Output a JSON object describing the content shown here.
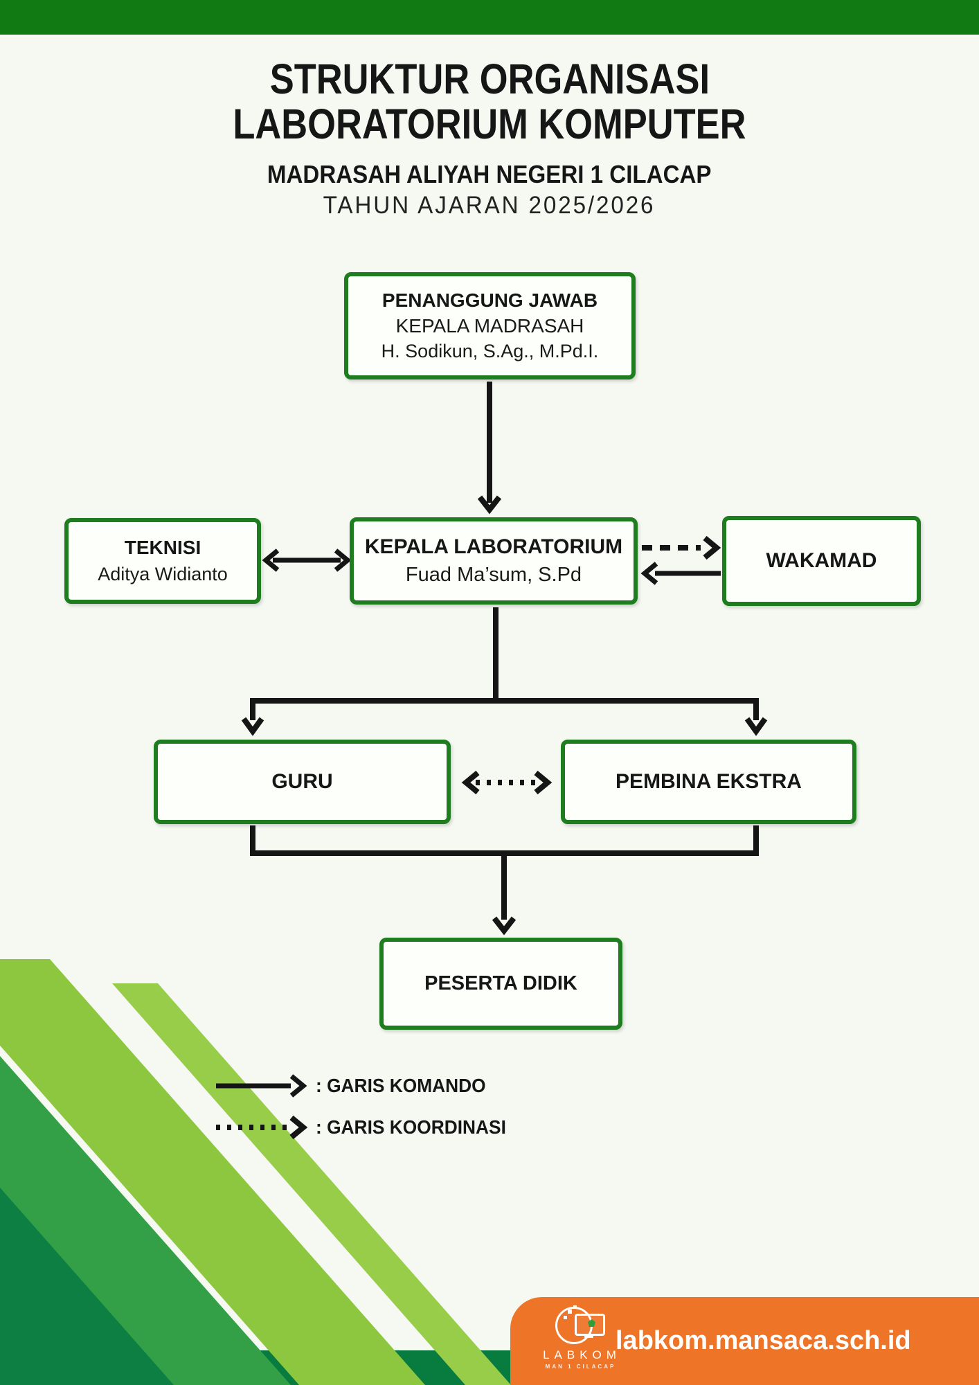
{
  "title": {
    "line1": "STRUKTUR ORGANISASI",
    "line2": "LABORATORIUM KOMPUTER",
    "subtitle": "MADRASAH ALIYAH NEGERI 1 CILACAP",
    "year_line": "TAHUN AJARAN 2025/2026"
  },
  "boxes": {
    "penanggung_jawab": {
      "title": "PENANGGUNG JAWAB",
      "line2": "KEPALA MADRASAH",
      "line3": "H. Sodikun, S.Ag., M.Pd.I."
    },
    "teknisi": {
      "title": "TEKNISI",
      "person": "Aditya Widianto"
    },
    "kepala_laboratorium": {
      "title": "KEPALA LABORATORIUM",
      "person": "Fuad Ma’sum, S.Pd"
    },
    "wakamad": {
      "title": "WAKAMAD"
    },
    "guru": {
      "title": "GURU"
    },
    "pembina_ekstra": {
      "title": "PEMBINA EKSTRA"
    },
    "peserta_didik": {
      "title": "PESERTA DIDIK"
    }
  },
  "legend": {
    "komando_label": ": GARIS KOMANDO",
    "koordinasi_label": ": GARIS KOORDINASI"
  },
  "footer": {
    "logo_title": "LABKOM",
    "logo_subtitle": "MAN 1 CILACAP",
    "website": "labkom.mansaca.sch.id"
  },
  "icons": {
    "logo": "monitor-in-circle-labkom-logo"
  },
  "colors": {
    "top_bar_green": "#117a12",
    "box_border_green": "#1e7e1f",
    "arrow_black": "#151515",
    "background": "#f6f9f2",
    "banner_orange": "#ee7428",
    "deco_light_green": "#8dc63f",
    "deco_light_green_alt": "#97cd49",
    "deco_medium_green": "#33a047",
    "deco_dark_green": "#0d7f43",
    "deco_band_green": "#087c3e"
  }
}
